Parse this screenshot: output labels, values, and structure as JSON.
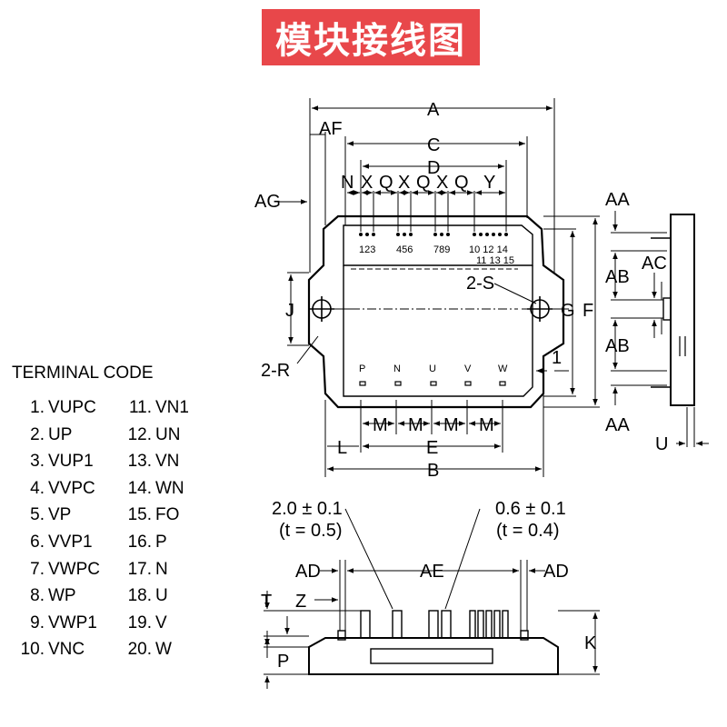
{
  "title": "模块接线图",
  "top_labels": {
    "A": "A",
    "AF": "AF",
    "C": "C",
    "D": "D",
    "AG": "AG",
    "N": "N",
    "X1": "X",
    "Q1": "Q",
    "X2": "X",
    "Q2": "Q",
    "X3": "X",
    "Q3": "Q",
    "Y": "Y"
  },
  "side_labels": {
    "G": "G",
    "F": "F",
    "J": "J",
    "S": "2-S",
    "R": "2-R",
    "one": "1"
  },
  "bottom_labels": {
    "M1": "M",
    "M2": "M",
    "M3": "M",
    "M4": "M",
    "L": "L",
    "E": "E",
    "B": "B"
  },
  "pin_groups": {
    "g1": "123",
    "g2": "456",
    "g3": "789",
    "g4a": "10 12 14",
    "g4b": "11 13 15"
  },
  "pin_letters": {
    "P": "P",
    "N": "N",
    "U": "U",
    "V": "V",
    "W": "W"
  },
  "side_view": {
    "AA1": "AA",
    "AB1": "AB",
    "AC": "AC",
    "AB2": "AB",
    "AA2": "AA",
    "U": "U"
  },
  "bottom_view": {
    "note1_line1": "2.0 ± 0.1",
    "note1_line2": "(t = 0.5)",
    "note2_line1": "0.6 ± 0.1",
    "note2_line2": "(t = 0.4)",
    "AD1": "AD",
    "AE": "AE",
    "AD2": "AD",
    "T": "T",
    "Z": "Z",
    "P": "P",
    "K": "K"
  },
  "terminal_code": {
    "title": "TERMINAL CODE",
    "items": [
      {
        "num": "1.",
        "name": "VUPC"
      },
      {
        "num": "11.",
        "name": "VN1"
      },
      {
        "num": "2.",
        "name": "UP"
      },
      {
        "num": "12.",
        "name": "UN"
      },
      {
        "num": "3.",
        "name": "VUP1"
      },
      {
        "num": "13.",
        "name": "VN"
      },
      {
        "num": "4.",
        "name": "VVPC"
      },
      {
        "num": "14.",
        "name": "WN"
      },
      {
        "num": "5.",
        "name": "VP"
      },
      {
        "num": "15.",
        "name": "FO"
      },
      {
        "num": "6.",
        "name": "VVP1"
      },
      {
        "num": "16.",
        "name": "P"
      },
      {
        "num": "7.",
        "name": "VWPC"
      },
      {
        "num": "17.",
        "name": "N"
      },
      {
        "num": "8.",
        "name": "WP"
      },
      {
        "num": "18.",
        "name": "U"
      },
      {
        "num": "9.",
        "name": "VWP1"
      },
      {
        "num": "19.",
        "name": "V"
      },
      {
        "num": "10.",
        "name": "VNC"
      },
      {
        "num": "20.",
        "name": "W"
      }
    ]
  }
}
